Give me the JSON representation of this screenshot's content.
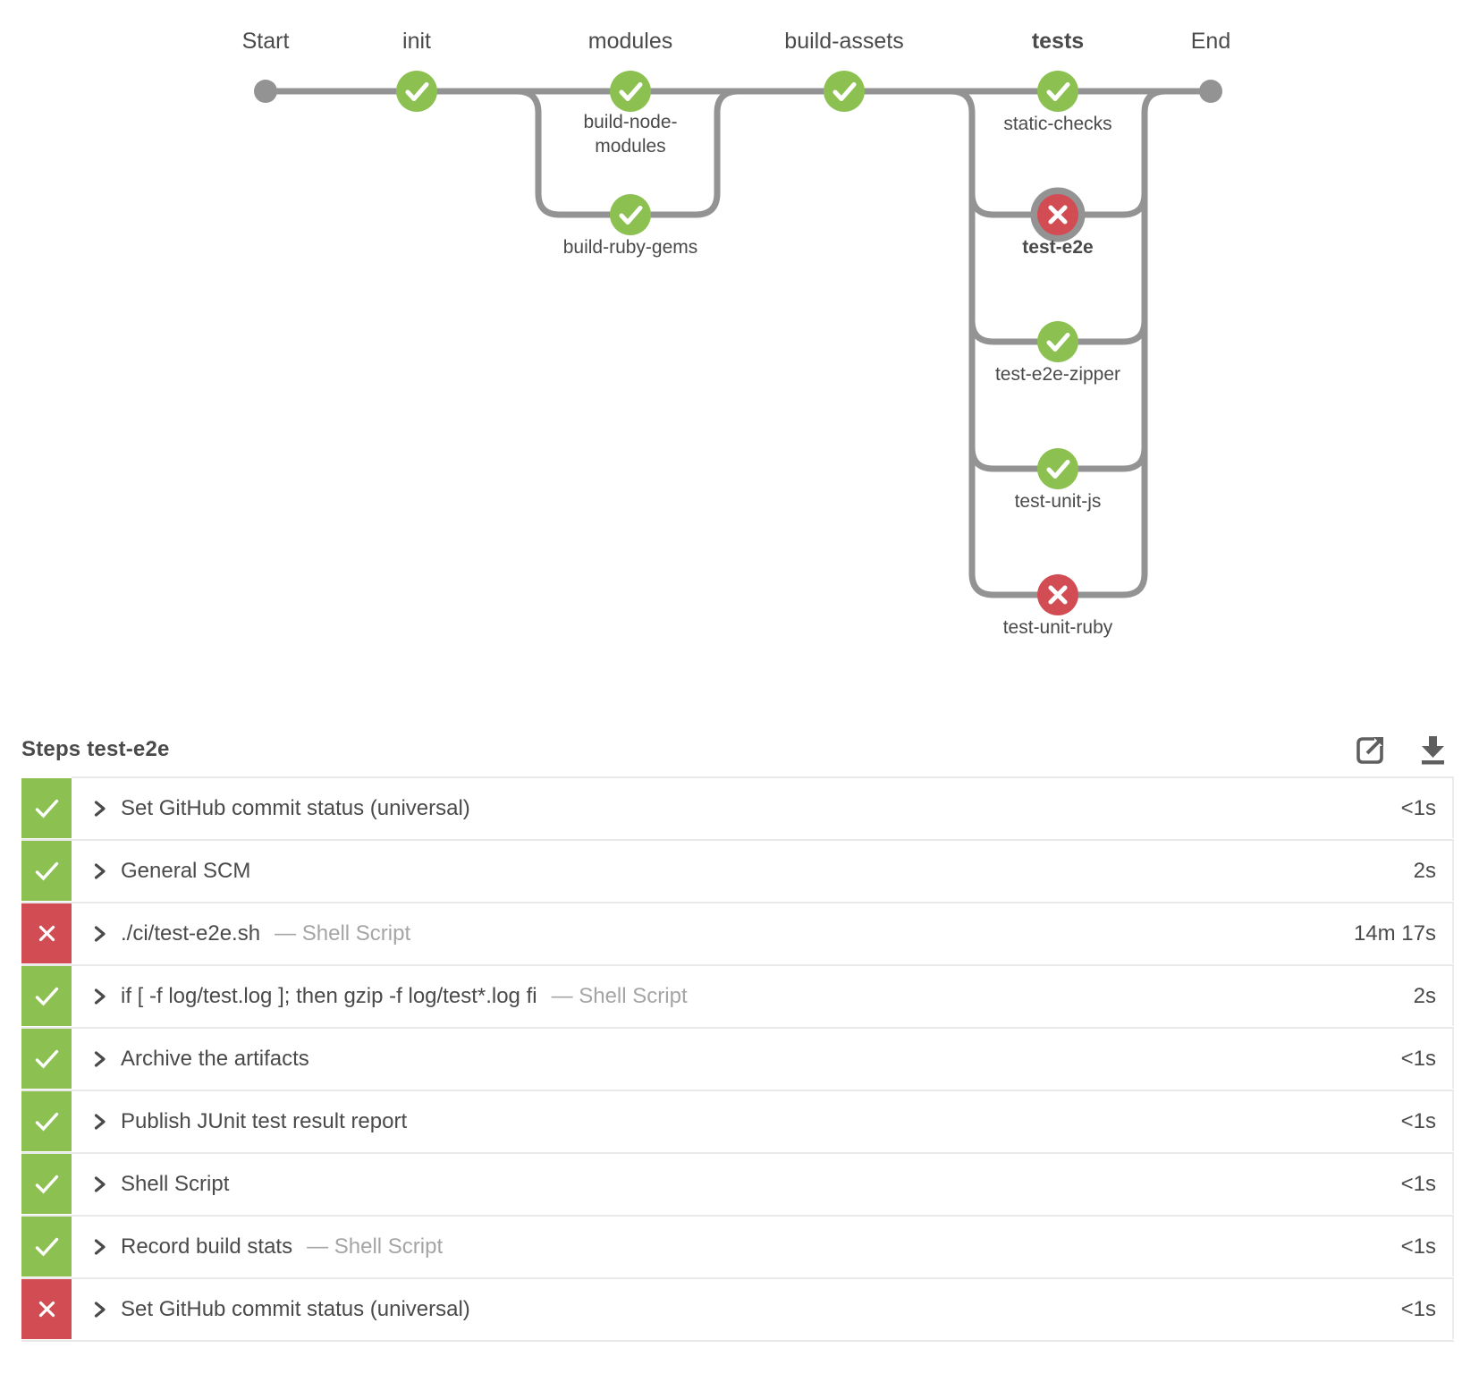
{
  "colors": {
    "success": "#8CC152",
    "failure": "#D24D53",
    "line": "#949393",
    "text": "#4A4A4A",
    "muted": "#A5A5A5",
    "separator": "#E9E9E9"
  },
  "pipeline": {
    "stages": [
      {
        "name": "Start",
        "type": "terminal"
      },
      {
        "name": "init",
        "nodes": [
          {
            "label": "",
            "status": "success"
          }
        ]
      },
      {
        "name": "modules",
        "nodes": [
          {
            "label": "build-node-modules",
            "lines": [
              "build-node-",
              "modules"
            ],
            "status": "success"
          },
          {
            "label": "build-ruby-gems",
            "status": "success"
          }
        ]
      },
      {
        "name": "build-assets",
        "nodes": [
          {
            "label": "",
            "status": "success"
          }
        ]
      },
      {
        "name": "tests",
        "bold": true,
        "nodes": [
          {
            "label": "static-checks",
            "status": "success"
          },
          {
            "label": "test-e2e",
            "status": "failure",
            "selected": true
          },
          {
            "label": "test-e2e-zipper",
            "status": "success"
          },
          {
            "label": "test-unit-js",
            "status": "success"
          },
          {
            "label": "test-unit-ruby",
            "status": "failure"
          }
        ]
      },
      {
        "name": "End",
        "type": "terminal"
      }
    ]
  },
  "steps": {
    "title": "Steps test-e2e",
    "rows": [
      {
        "status": "success",
        "label": "Set GitHub commit status (universal)",
        "secondary": "",
        "duration": "<1s"
      },
      {
        "status": "success",
        "label": "General SCM",
        "secondary": "",
        "duration": "2s"
      },
      {
        "status": "failure",
        "label": "./ci/test-e2e.sh",
        "secondary": "— Shell Script",
        "duration": "14m 17s"
      },
      {
        "status": "success",
        "label": "if [ -f log/test.log ]; then gzip -f log/test*.log fi",
        "secondary": "— Shell Script",
        "duration": "2s"
      },
      {
        "status": "success",
        "label": "Archive the artifacts",
        "secondary": "",
        "duration": "<1s"
      },
      {
        "status": "success",
        "label": "Publish JUnit test result report",
        "secondary": "",
        "duration": "<1s"
      },
      {
        "status": "success",
        "label": "Shell Script",
        "secondary": "",
        "duration": "<1s"
      },
      {
        "status": "success",
        "label": "Record build stats",
        "secondary": "— Shell Script",
        "duration": "<1s"
      },
      {
        "status": "failure",
        "label": "Set GitHub commit status (universal)",
        "secondary": "",
        "duration": "<1s"
      }
    ]
  },
  "icons": {
    "header": [
      "external-link-icon",
      "download-icon"
    ],
    "row": [
      "chevron-right-icon"
    ],
    "status": [
      "check-icon",
      "x-icon"
    ]
  }
}
